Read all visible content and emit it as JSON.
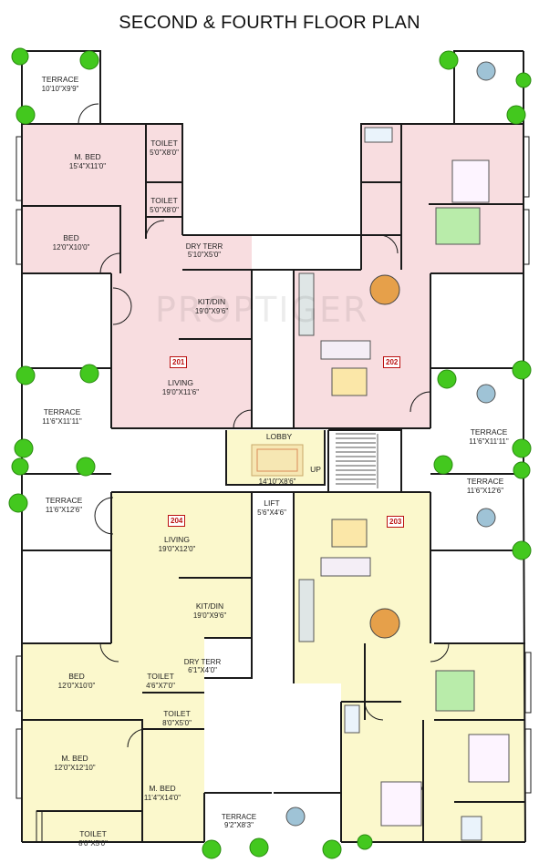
{
  "title": "SECOND & FOURTH  FLOOR PLAN",
  "watermark": "PROPTIGER",
  "colors": {
    "pink": "#f8dde0",
    "yellow": "#fbf8cc",
    "wall": "#1a1a1a",
    "plant": "#43c81e"
  },
  "units": {
    "u201": "201",
    "u202": "202",
    "u203": "203",
    "u204": "204"
  },
  "rooms": {
    "terrace_tl": {
      "name": "TERRACE",
      "dim": "10'10\"X9'9\""
    },
    "mbed_201": {
      "name": "M. BED",
      "dim": "15'4\"X11'0\""
    },
    "toilet_201a": {
      "name": "TOILET",
      "dim": "5'0\"X8'0\""
    },
    "toilet_201b": {
      "name": "TOILET",
      "dim": "5'0\"X8'0\""
    },
    "bed_201": {
      "name": "BED",
      "dim": "12'0\"X10'0\""
    },
    "dryterr_201": {
      "name": "DRY TERR",
      "dim": "5'10\"X5'0\""
    },
    "kitdin_201": {
      "name": "KIT/DIN",
      "dim": "19'0\"X9'6\""
    },
    "living_201": {
      "name": "LIVING",
      "dim": "19'0\"X11'6\""
    },
    "terrace_l1": {
      "name": "TERRACE",
      "dim": "11'6\"X11'11\""
    },
    "terrace_l2": {
      "name": "TERRACE",
      "dim": "11'6\"X12'6\""
    },
    "lobby": {
      "name": "LOBBY",
      "dim": "14'10\"X8'6\""
    },
    "up": {
      "name": "UP"
    },
    "lift": {
      "name": "LIFT",
      "dim": "5'6\"X4'6\""
    },
    "terrace_r1": {
      "name": "TERRACE",
      "dim": "11'6\"X11'11\""
    },
    "terrace_r2": {
      "name": "TERRACE",
      "dim": "11'6\"X12'6\""
    },
    "living_204": {
      "name": "LIVING",
      "dim": "19'0\"X12'0\""
    },
    "kitdin_204": {
      "name": "KIT/DIN",
      "dim": "19'0\"X9'6\""
    },
    "bed_204": {
      "name": "BED",
      "dim": "12'0\"X10'0\""
    },
    "toilet_204a": {
      "name": "TOILET",
      "dim": "4'6\"X7'0\""
    },
    "dryterr_204": {
      "name": "DRY TERR",
      "dim": "6'1\"X4'0\""
    },
    "toilet_204b": {
      "name": "TOILET",
      "dim": "8'0\"X5'0\""
    },
    "mbed_204a": {
      "name": "M. BED",
      "dim": "12'0\"X12'10\""
    },
    "mbed_204b": {
      "name": "M. BED",
      "dim": "11'4\"X14'0\""
    },
    "terrace_b": {
      "name": "TERRACE",
      "dim": "9'2\"X8'3\""
    },
    "toilet_204c": {
      "name": "TOILET",
      "dim": "8'0\"X5'0\""
    }
  }
}
